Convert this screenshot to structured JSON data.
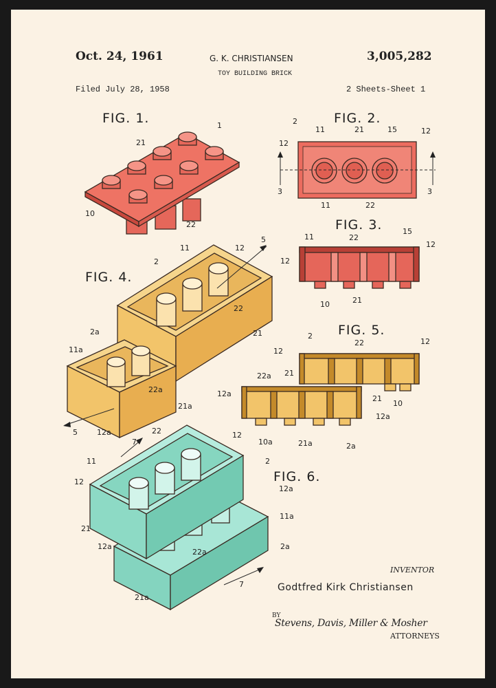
{
  "header": {
    "date": "Oct. 24, 1961",
    "inventor_name": "G. K. CHRISTIANSEN",
    "patent_number": "3,005,282",
    "title": "TOY BUILDING BRICK",
    "filed": "Filed July 28, 1958",
    "sheets": "2 Sheets-Sheet 1"
  },
  "figures": {
    "fig1": "FIG. 1.",
    "fig2": "FIG. 2.",
    "fig3": "FIG. 3.",
    "fig4": "FIG. 4.",
    "fig5": "FIG. 5.",
    "fig6": "FIG. 6."
  },
  "refs": {
    "fig1": [
      "1",
      "21",
      "10",
      "22"
    ],
    "fig2": [
      "2",
      "11",
      "21",
      "15",
      "12",
      "12",
      "3",
      "3",
      "11",
      "22"
    ],
    "fig3": [
      "11",
      "22",
      "15",
      "12",
      "12",
      "10",
      "21"
    ],
    "fig4": [
      "2",
      "11",
      "12",
      "5",
      "22",
      "21",
      "2a",
      "11a",
      "22a",
      "21a",
      "12a",
      "5"
    ],
    "fig5": [
      "2",
      "22",
      "12",
      "12",
      "21",
      "22a",
      "12a",
      "21",
      "10",
      "12a",
      "10a",
      "21a",
      "2a"
    ],
    "fig6": [
      "7",
      "22",
      "12",
      "11",
      "2",
      "12",
      "12a",
      "11a",
      "21",
      "12a",
      "22a",
      "2a",
      "21a",
      "7"
    ]
  },
  "signature": {
    "inventor_label": "INVENTOR",
    "inventor_full": "Godtfred Kirk Christiansen",
    "by": "BY",
    "attorneys_sig": "Stevens, Davis, Miller & Mosher",
    "attorneys_label": "ATTORNEYS"
  },
  "colors": {
    "paper": "#fbf2e4",
    "frame": "#191919",
    "red": "#ec6c5f",
    "yellow": "#f4c66e",
    "teal": "#8fdcc8",
    "ink": "#222222"
  }
}
